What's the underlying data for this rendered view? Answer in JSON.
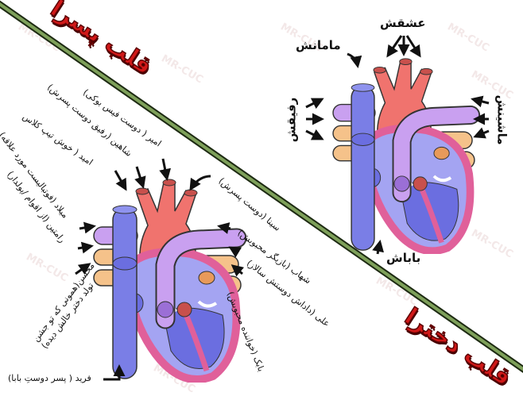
{
  "watermark": "MR-CUC",
  "boys_heart": {
    "title": "قلب پسرا",
    "labels": {
      "amir": "امیر ( دوست فیس بوکی)",
      "shahin": "شاهین (رفیق دوست پسرش)",
      "omid": "امید ( خوش تیپ کلاس",
      "milad": "میلاد (فوتبالیست مورد علاقه)",
      "ramtin": "رامتین (از اقوام /پولدار)",
      "mohsen_1": "محسن(همونی که تو جشن",
      "mohsen_2": "تولد دختر خالش دیده)",
      "farid": "فرید ( پسر دوستِ بابا)",
      "sina": "سینا (دوست پسرش)",
      "shahab": "شهاب (بازیگر محبوبش)",
      "ali": "علی (داداش دوستش سالاز)",
      "babak": "بابک (خواننده محبوبش)"
    }
  },
  "girls_heart": {
    "title": "قلب دخترا",
    "labels": {
      "love": "عشقش",
      "mom": "مامانش",
      "friend": "رفیقش",
      "car": "ماشینش",
      "dad": "باباش"
    }
  },
  "colors": {
    "divider": "#7ea05a",
    "title": "#d01818",
    "aorta": "#f0736e",
    "vein": "#7a7ee6",
    "pulmonary": "#c9a0f0",
    "orange": "#f5c28a",
    "muscle": "#e0609a"
  }
}
